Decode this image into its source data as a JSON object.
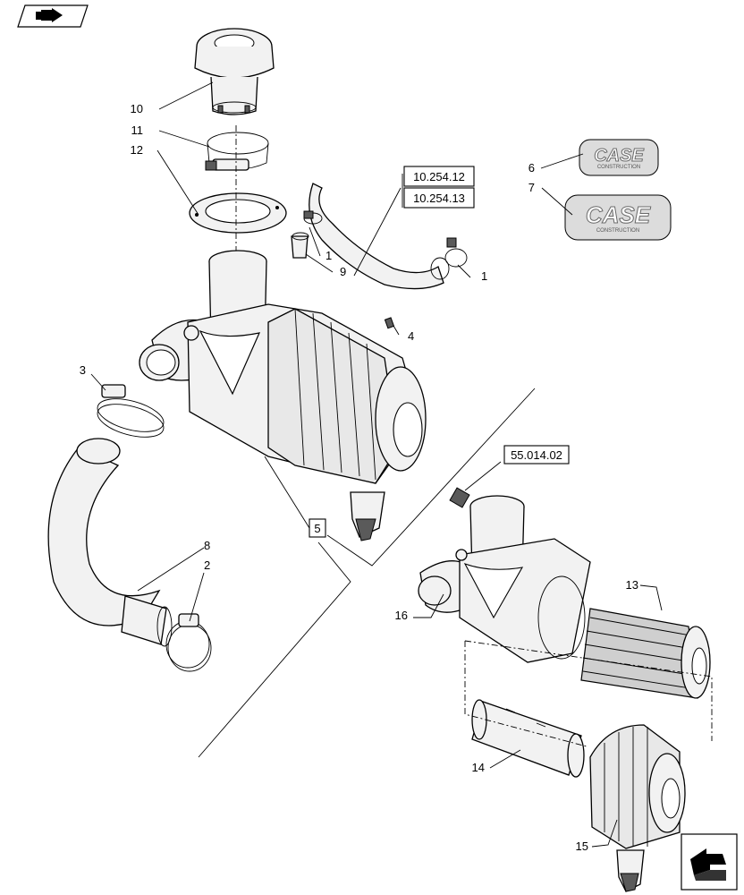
{
  "callouts": {
    "c10": "10",
    "c11": "11",
    "c12": "12",
    "c6": "6",
    "c7": "7",
    "c1a": "1",
    "c9": "9",
    "c1b": "1",
    "c4": "4",
    "c3": "3",
    "c5": "5",
    "c8": "8",
    "c2": "2",
    "c13": "13",
    "c16": "16",
    "c14": "14",
    "c15": "15"
  },
  "references": {
    "ref1": "10.254.12",
    "ref2": "10.254.13",
    "ref3": "55.014.02"
  },
  "logos": {
    "logo6_main": "CASE",
    "logo6_sub": "CONSTRUCTION",
    "logo7_main": "CASE",
    "logo7_sub": "CONSTRUCTION"
  },
  "icons": {
    "top_left": "book-arrow-icon",
    "bottom_right": "next-page-arrow-icon"
  }
}
